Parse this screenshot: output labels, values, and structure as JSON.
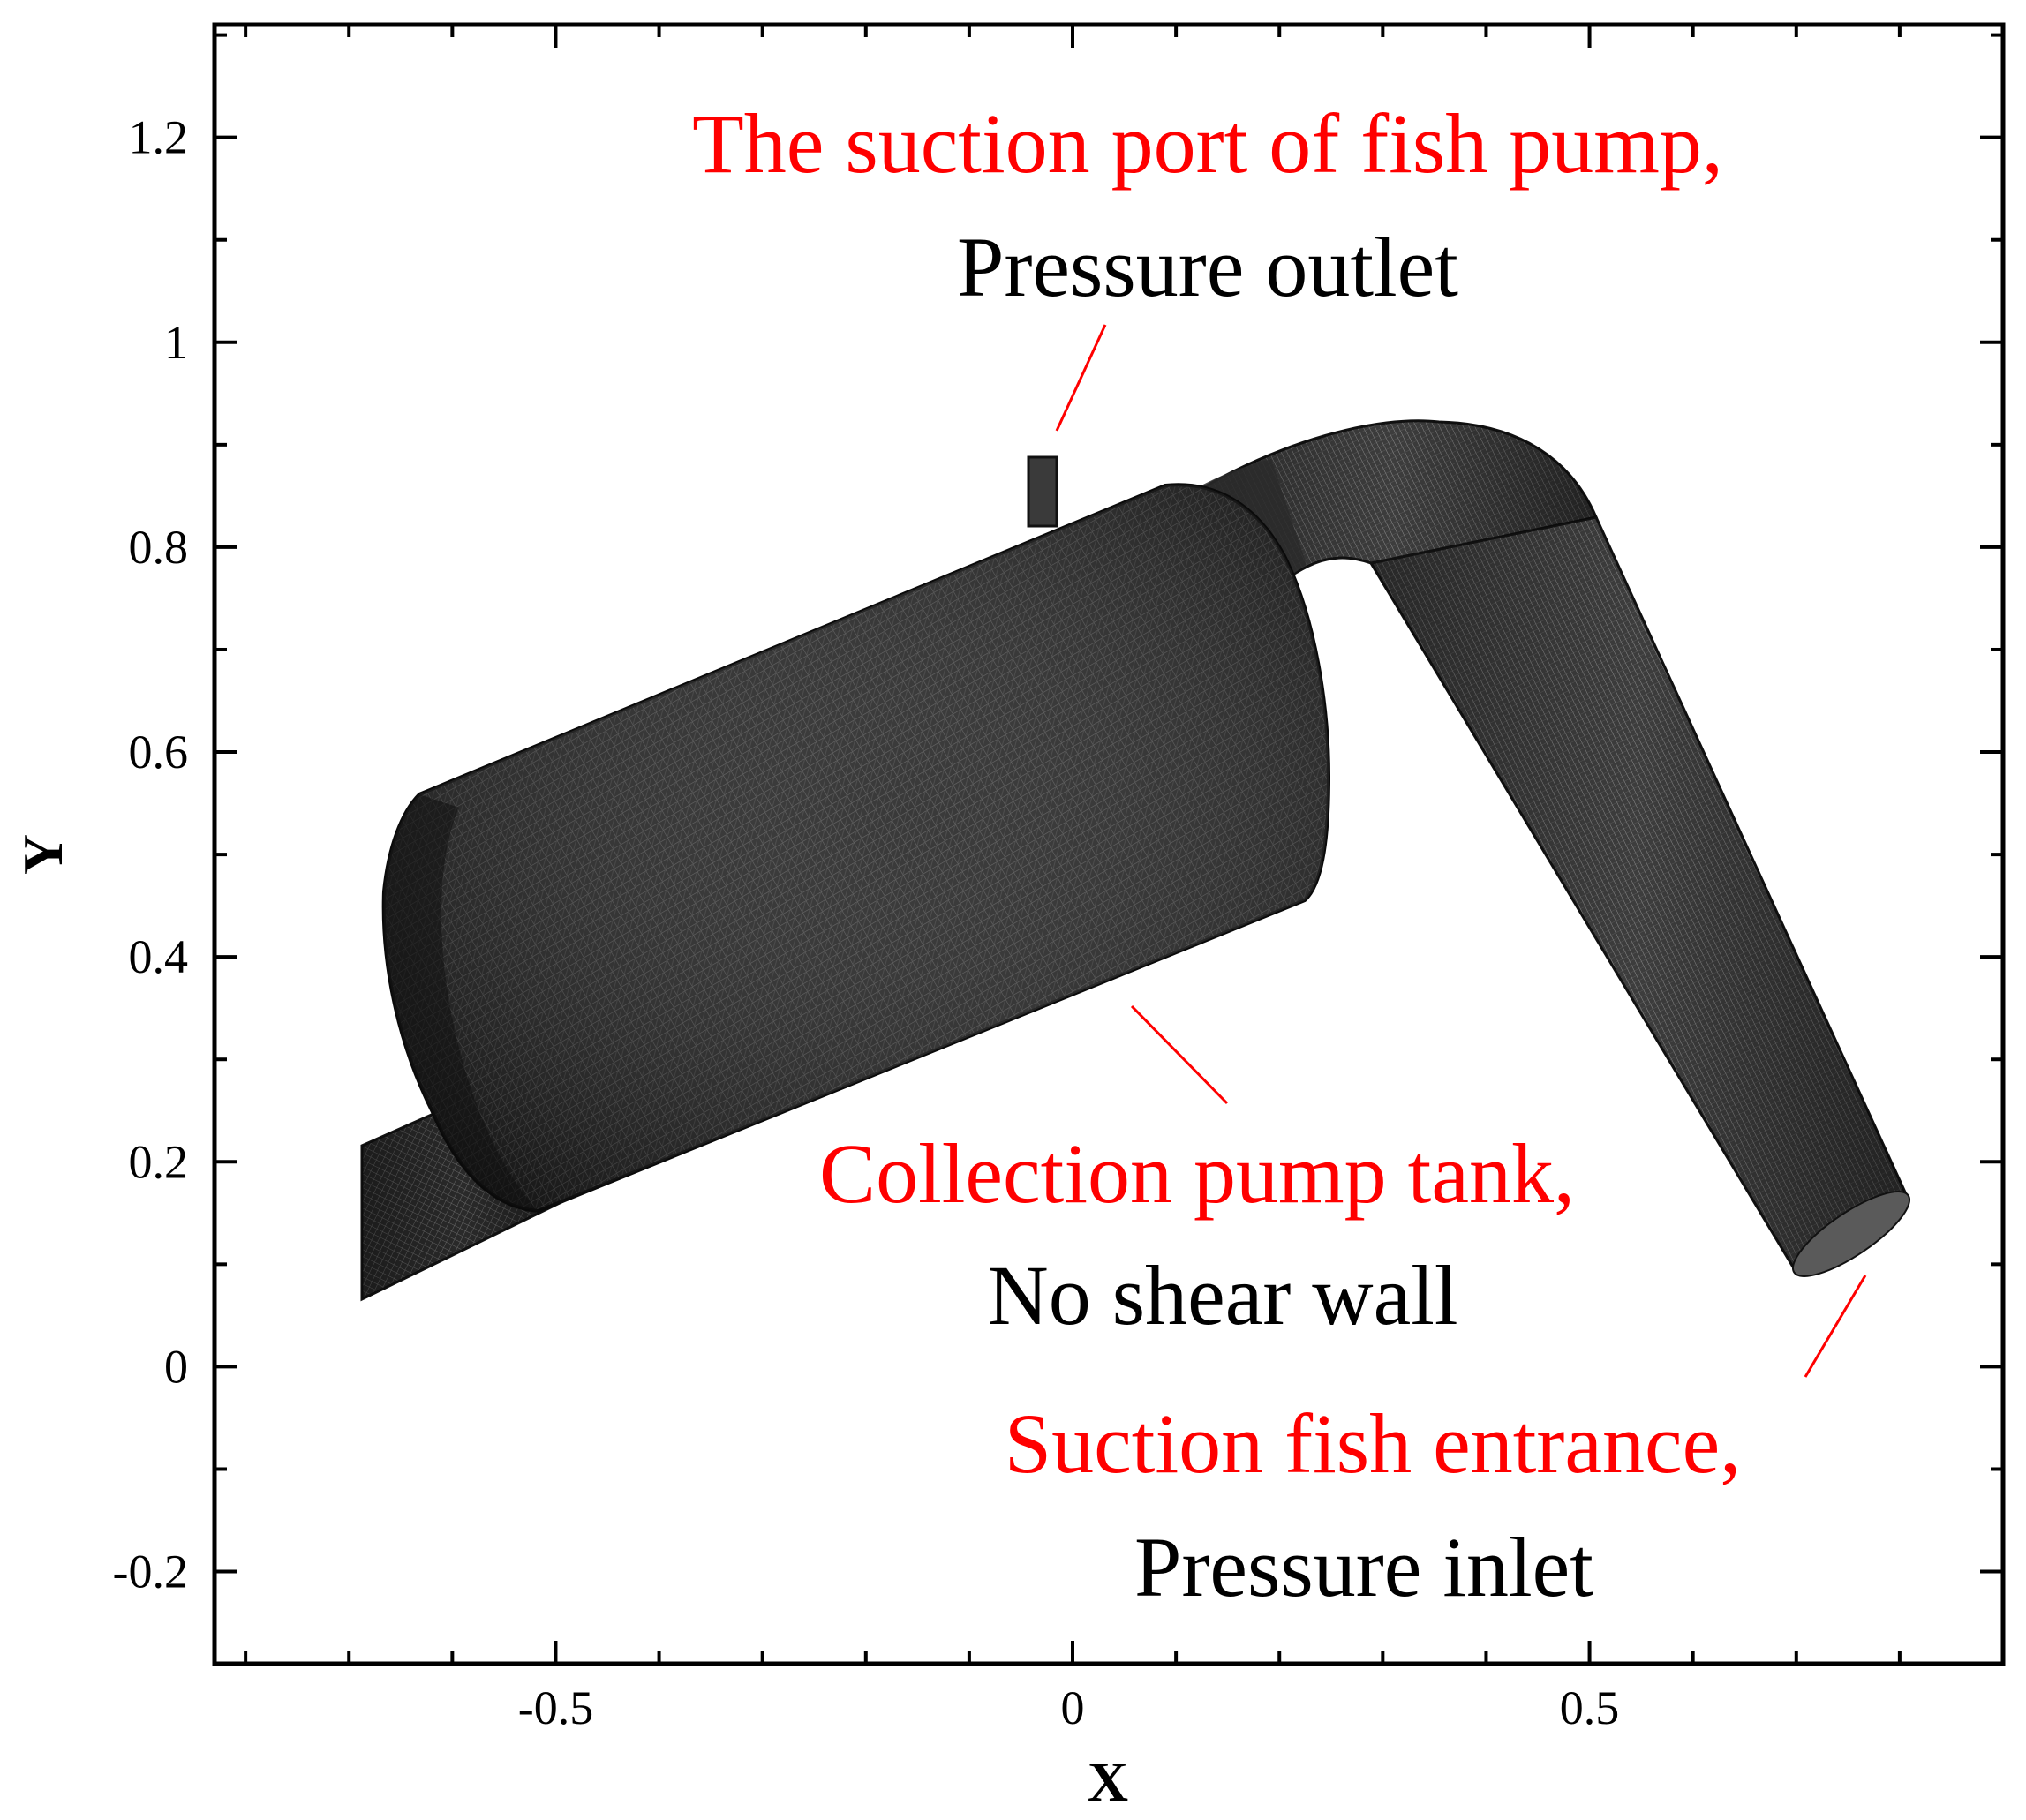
{
  "colors": {
    "accent_red": "#ff0000",
    "mesh_dark": "#1c1c1c",
    "mesh_mid": "#4a4a4a",
    "mesh_light": "#8a8a8a"
  },
  "axes": {
    "x_title": "X",
    "y_title": "Y",
    "x_range": [
      -0.83,
      0.9
    ],
    "y_range": [
      -0.29,
      1.31
    ],
    "x_major": [
      -0.5,
      0,
      0.5
    ],
    "x_major_labels": [
      "-0.5",
      "0",
      "0.5"
    ],
    "x_minor_step": 0.1,
    "y_major": [
      -0.2,
      0,
      0.2,
      0.4,
      0.6,
      0.8,
      1.0,
      1.2
    ],
    "y_major_labels": [
      "-0.2",
      "0",
      "0.2",
      "0.4",
      "0.6",
      "0.8",
      "1",
      "1.2"
    ],
    "y_minor_step": 0.1
  },
  "annotations": {
    "suction_port": {
      "title": "The suction port of fish pump,",
      "condition": "Pressure outlet"
    },
    "tank": {
      "title": "Collection pump tank,",
      "condition": "No shear wall"
    },
    "entrance": {
      "title": "Suction fish entrance,",
      "condition": "Pressure inlet"
    }
  }
}
